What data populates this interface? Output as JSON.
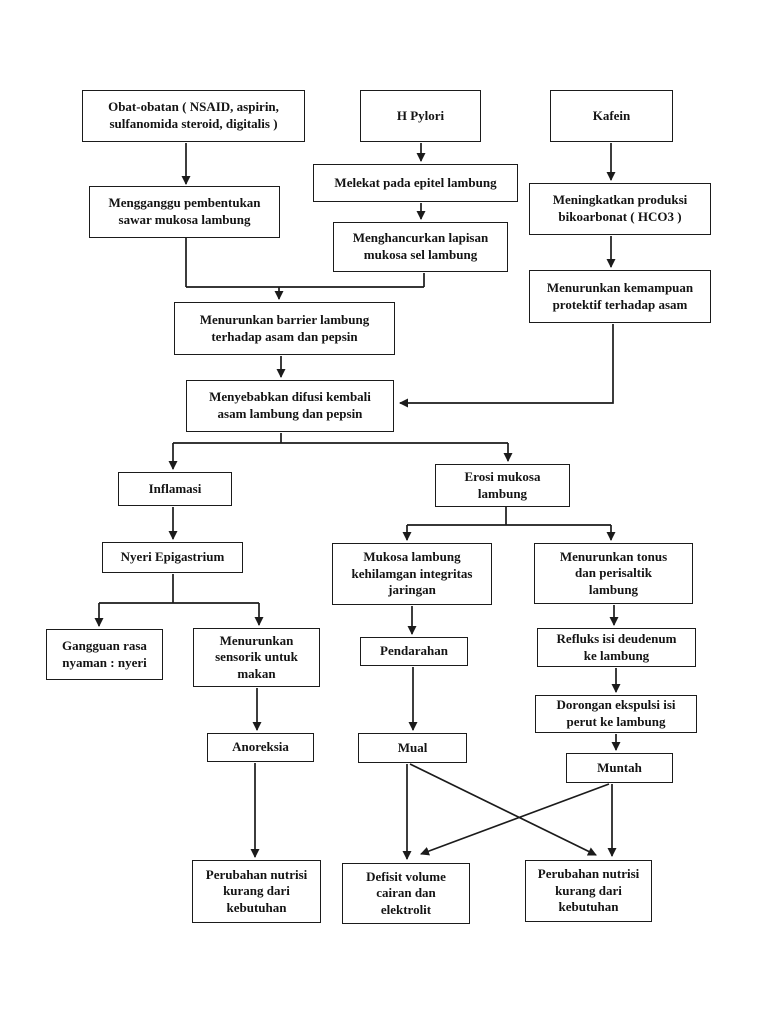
{
  "page": {
    "background": "#ffffff"
  },
  "colors": {
    "line": "#1b1b1b",
    "box_border": "#1b1b1b",
    "box_background": "#ffffff",
    "text": "#141414"
  },
  "nodes": {
    "obat": "Obat-obatan ( NSAID, aspirin,\nsulfanomida steroid, digitalis )",
    "hpylori": "H Pylori",
    "kafein": "Kafein",
    "melekat": "Melekat pada epitel lambung",
    "menghancurkan": "Menghancurkan lapisan\nmukosa sel lambung",
    "meningkatkan": "Meningkatkan produksi\nbikoarbonat ( HCO3 )",
    "kemampuan": "Menurunkan kemampuan\nprotektif terhadap asam",
    "mengganggu": "Mengganggu pembentukan\nsawar mukosa lambung",
    "barrier": "Menurunkan barrier lambung\nterhadap asam dan pepsin",
    "difusi": "Menyebabkan difusi kembali\nasam lambung dan pepsin",
    "inflamasi": "Inflamasi",
    "erosi": "Erosi mukosa\nlambung",
    "nyeri_epigastrium": "Nyeri Epigastrium",
    "mukosa_integritas": "Mukosa lambung\nkehilamgan integritas\njaringan",
    "tonus": "Menurunkan tonus\ndan perisaltik\nlambung",
    "gangguan_rasa": "Gangguan rasa\nnyaman : nyeri",
    "sensorik": "Menurunkan\nsensorik untuk\nmakan",
    "pendarahan": "Pendarahan",
    "refluks": "Refluks isi deudenum\nke lambung",
    "anoreksia": "Anoreksia",
    "mual": "Mual",
    "dorongan": "Dorongan ekspulsi isi\nperut ke lambung",
    "muntah": "Muntah",
    "nutrisi_kiri": "Perubahan nutrisi\nkurang dari\nkebutuhan",
    "defisit": "Defisit volume\ncairan dan\nelektrolit",
    "nutrisi_kanan": "Perubahan nutrisi\nkurang dari\nkebutuhan"
  }
}
